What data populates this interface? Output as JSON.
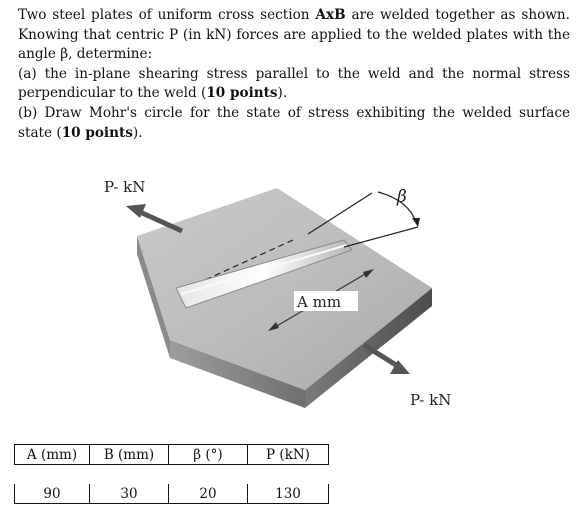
{
  "problem": {
    "intro_1": "Two steel plates of uniform cross section ",
    "intro_dims": "AxB",
    "intro_2": " are welded together as shown. Knowing that centric P (in kN) forces are applied to the welded plates with the angle β, determine:",
    "part_a_1": "(a) the in-plane shearing stress parallel to the weld and the normal stress perpendicular to the weld (",
    "part_a_points": "10 points",
    "part_a_2": ").",
    "part_b_1": "(b) Draw Mohr's circle for the state of stress exhibiting the welded surface state (",
    "part_b_points": "10 points",
    "part_b_2": ")."
  },
  "figure": {
    "load_top": "P- kN",
    "load_bottom": "P- kN",
    "angle_symbol": "β",
    "dimension": "A mm"
  },
  "table": {
    "headers": [
      "A (mm)",
      "B (mm)",
      "β (°)",
      "P (kN)"
    ],
    "values": [
      "90",
      "30",
      "20",
      "130"
    ]
  }
}
